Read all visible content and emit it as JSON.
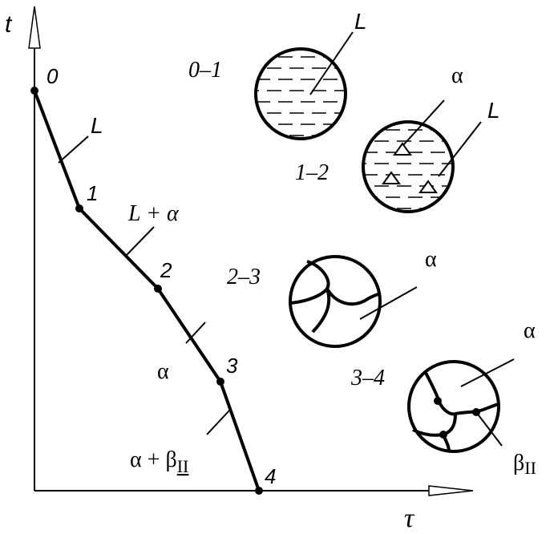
{
  "axes": {
    "y_label": "t",
    "x_label": "τ"
  },
  "points": [
    {
      "label": "0"
    },
    {
      "label": "1"
    },
    {
      "label": "2"
    },
    {
      "label": "3"
    },
    {
      "label": "4"
    }
  ],
  "curve_labels": {
    "segment_0_1": "L",
    "segment_1_2": "L + α",
    "segment_2_3": "α",
    "segment_3_4": "α + β",
    "segment_3_4_subscript": "II"
  },
  "stages": [
    {
      "range": "0–1",
      "phase_labels": [
        "L"
      ]
    },
    {
      "range": "1–2",
      "phase_labels": [
        "α",
        "L"
      ]
    },
    {
      "range": "2–3",
      "phase_labels": [
        "α"
      ]
    },
    {
      "range": "3–4",
      "phase_labels": [
        "α",
        "β",
        "II"
      ]
    }
  ]
}
